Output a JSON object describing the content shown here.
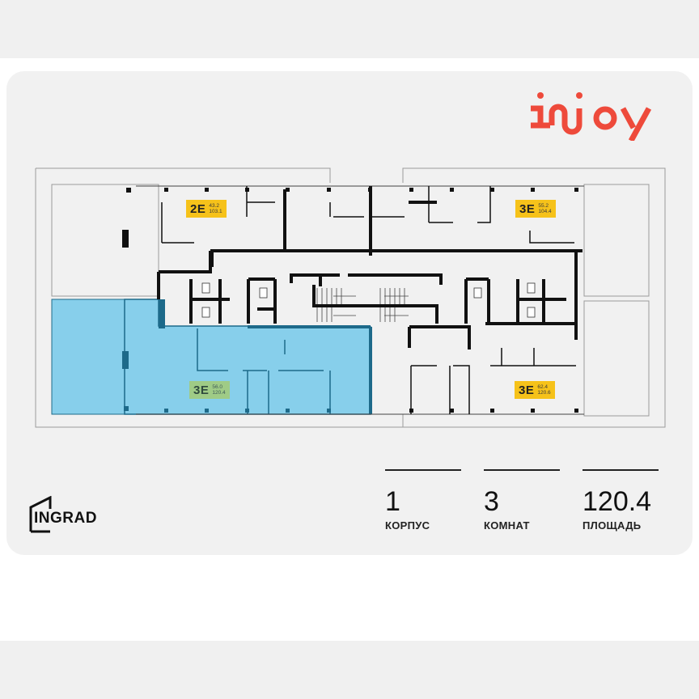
{
  "brand": {
    "project_logo": "injoy",
    "project_logo_color": "#ee4a3b",
    "developer_logo": "INGRAD"
  },
  "floor_plan": {
    "highlight_color": "#87cfeb",
    "highlight_stroke": "#1d6a8a",
    "apartments": [
      {
        "code": "2E",
        "living_area": "43.2",
        "total_area": "103.1",
        "selected": false,
        "position": "top-left"
      },
      {
        "code": "3E",
        "living_area": "55.2",
        "total_area": "104.4",
        "selected": false,
        "position": "top-right"
      },
      {
        "code": "3E",
        "living_area": "56.0",
        "total_area": "120.4",
        "selected": true,
        "position": "bottom-left"
      },
      {
        "code": "3E",
        "living_area": "62.4",
        "total_area": "120.6",
        "selected": false,
        "position": "bottom-right"
      }
    ]
  },
  "stats": [
    {
      "value": "1",
      "label": "КОРПУС"
    },
    {
      "value": "3",
      "label": "КОМНАТ"
    },
    {
      "value": "120.4",
      "label": "ПЛОЩАДЬ"
    }
  ]
}
